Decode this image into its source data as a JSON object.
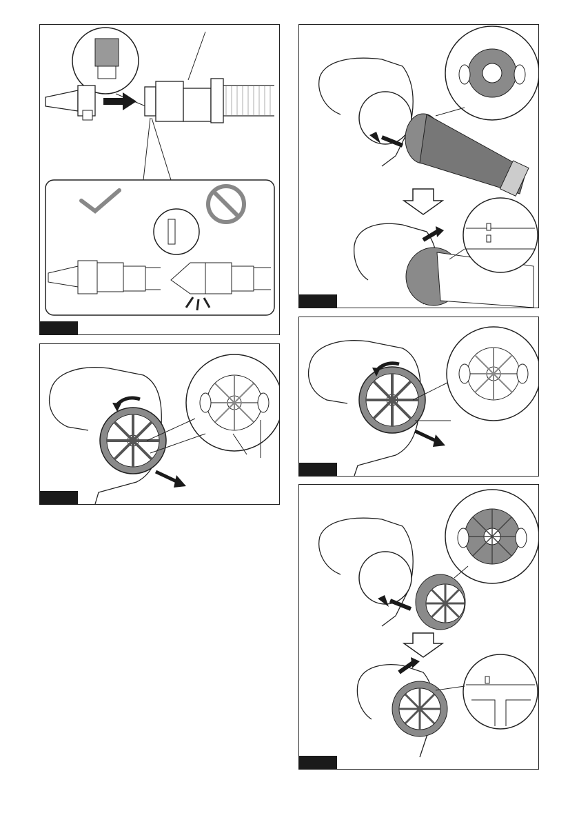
{
  "figures": [
    {
      "id": "fig1",
      "label": ""
    },
    {
      "id": "fig2",
      "label": ""
    },
    {
      "id": "fig3",
      "label": ""
    },
    {
      "id": "fig4",
      "label": ""
    },
    {
      "id": "fig5",
      "label": ""
    }
  ],
  "colors": {
    "line": "#222222",
    "fill_gray": "#9a9a9a",
    "check": "#888888",
    "prohibit": "#888888"
  },
  "icons": [
    "check-icon",
    "prohibited-icon",
    "arrow-right-icon",
    "down-arrow-icon",
    "rotate-arrow-icon"
  ]
}
